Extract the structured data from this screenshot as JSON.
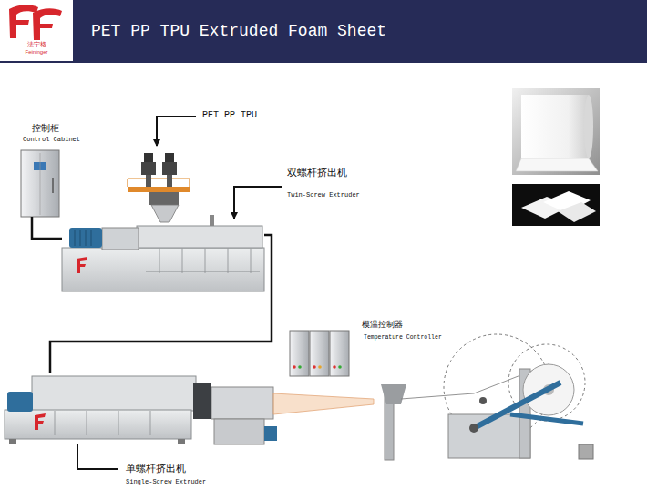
{
  "diagram": {
    "title": "PET PP TPU Extruded Foam Sheet",
    "nodes": [
      {
        "text": [
          "控制柜",
          "Control Cabinet"
        ]
      },
      {
        "text": [
          "双螺杆挤出机",
          "Twin-Screw Extruder"
        ]
      },
      {
        "text": [
          "模温控制器",
          "Temperature Controller"
        ]
      },
      {
        "text": [
          "单螺杆挤出机",
          "Single-Screw Extruder"
        ]
      }
    ],
    "edges": [
      {
        "from": 0,
        "to": 1,
        "arrow": "none"
      },
      {
        "from": 1,
        "to": 3,
        "arrow": "none"
      }
    ],
    "labels": [
      "法宁格",
      "Feininger",
      "PET PP TPU"
    ]
  }
}
